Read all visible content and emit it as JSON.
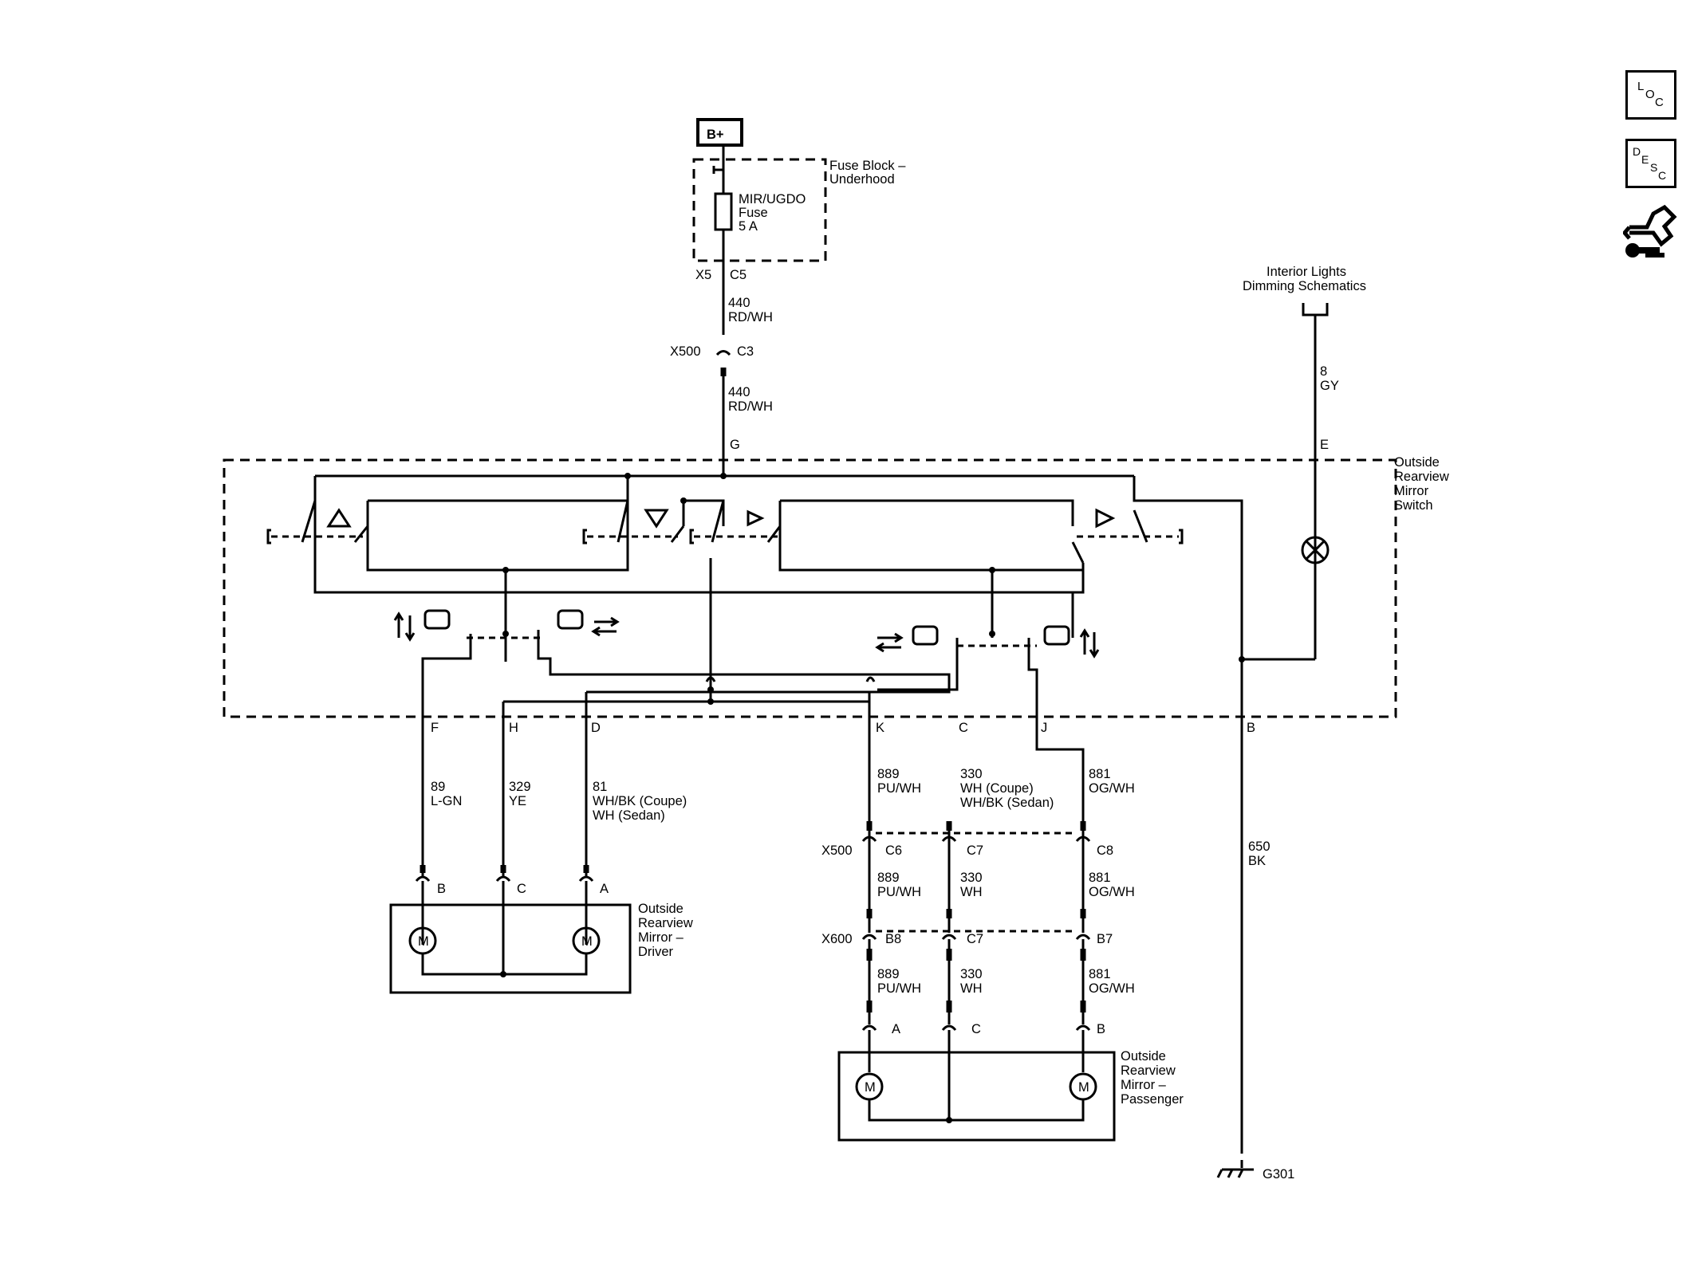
{
  "power": {
    "source": "B+"
  },
  "fuse_block": {
    "name": [
      "Fuse Block –",
      "Underhood"
    ],
    "fuse": [
      "MIR/UGDO",
      "Fuse",
      "5 A"
    ],
    "pins": [
      "X5",
      "C5"
    ]
  },
  "feed": {
    "upper": [
      "440",
      "RD/WH"
    ],
    "connector": [
      "X500",
      "C3"
    ],
    "lower": [
      "440",
      "RD/WH"
    ],
    "switch_pin": "G"
  },
  "dimming": {
    "name": [
      "Interior Lights",
      "Dimming Schematics"
    ],
    "wire": [
      "8",
      "GY"
    ],
    "pin": "E"
  },
  "switch": {
    "name": [
      "Outside",
      "Rearview",
      "Mirror",
      "Switch"
    ],
    "pins": [
      "F",
      "H",
      "D",
      "K",
      "C",
      "J",
      "B"
    ]
  },
  "driver_wires": [
    [
      "89",
      "L-GN"
    ],
    [
      "329",
      "YE"
    ],
    [
      "81",
      "WH/BK (Coupe)",
      "WH (Sedan)"
    ]
  ],
  "driver_mirror": {
    "pins": [
      "B",
      "C",
      "A"
    ],
    "name": [
      "Outside",
      "Rearview",
      "Mirror –",
      "Driver"
    ]
  },
  "passenger_wires_top": [
    [
      "889",
      "PU/WH"
    ],
    [
      "330",
      "WH (Coupe)",
      "WH/BK (Sedan)"
    ],
    [
      "881",
      "OG/WH"
    ]
  ],
  "x500": {
    "name": "X500",
    "pins": [
      "C6",
      "C7",
      "C8"
    ]
  },
  "passenger_wires_mid": [
    [
      "889",
      "PU/WH"
    ],
    [
      "330",
      "WH"
    ],
    [
      "881",
      "OG/WH"
    ]
  ],
  "x600": {
    "name": "X600",
    "pins": [
      "B8",
      "C7",
      "B7"
    ]
  },
  "passenger_wires_bottom": [
    [
      "889",
      "PU/WH"
    ],
    [
      "330",
      "WH"
    ],
    [
      "881",
      "OG/WH"
    ]
  ],
  "passenger_mirror": {
    "pins": [
      "A",
      "C",
      "B"
    ],
    "name": [
      "Outside",
      "Rearview",
      "Mirror –",
      "Passenger"
    ]
  },
  "ground": {
    "wire": [
      "650",
      "BK"
    ],
    "name": "G301"
  },
  "motor_label": "M",
  "side_buttons": {
    "loc": [
      "L",
      "O",
      "C"
    ],
    "desc": [
      "D",
      "E",
      "S",
      "C"
    ],
    "tool_icon": "connector-wrench-icon"
  }
}
